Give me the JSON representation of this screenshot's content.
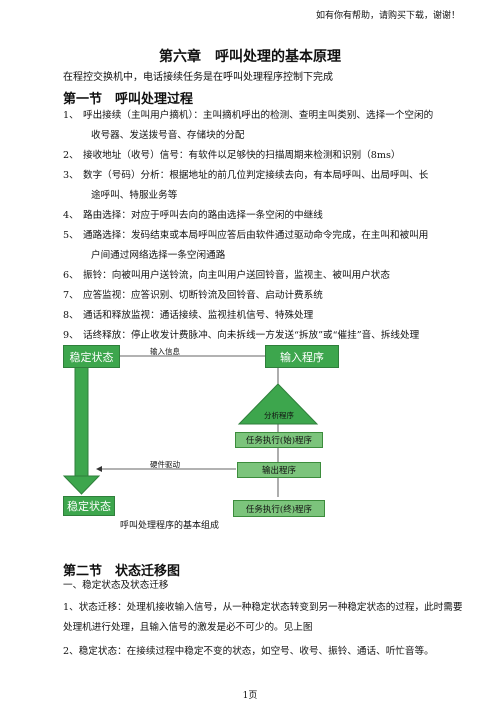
{
  "header_note": "如有你有帮助，请购买下载，谢谢！",
  "chapter_title": "第六章　呼叫处理的基本原理",
  "intro": "在程控交换机中，电话接续任务是在呼叫处理程序控制下完成",
  "section1": {
    "title": "第一节　呼叫处理过程",
    "items": [
      {
        "num": "1、",
        "text": "呼出接续（主叫用户摘机）：主叫摘机呼出的检测、查明主叫类别、选择一个空闲的",
        "cont": "收号器、发送拨号音、存储块的分配"
      },
      {
        "num": "2、",
        "text": "接收地址（收号）信号：有软件以足够快的扫描周期来检测和识别（8ms）",
        "cont": ""
      },
      {
        "num": "3、",
        "text": "数字（号码）分析：根据地址的前几位判定接续去向，有本局呼叫、出局呼叫、长",
        "cont": "途呼叫、特服业务等"
      },
      {
        "num": "4、",
        "text": "路由选择：对应于呼叫去向的路由选择一条空闲的中继线",
        "cont": ""
      },
      {
        "num": "5、",
        "text": "通路选择：发码结束或本局呼叫应答后由软件通过驱动命令完成，在主叫和被叫用",
        "cont": "户间通过网络选择一条空闲通路"
      },
      {
        "num": "6、",
        "text": "振铃：向被叫用户送铃流，向主叫用户送回铃音，监视主、被叫用户状态",
        "cont": ""
      },
      {
        "num": "7、",
        "text": "应答监视：应答识别、切断铃流及回铃音、启动计费系统",
        "cont": ""
      },
      {
        "num": "8、",
        "text": "通话和释放监视：通话接续、监视挂机信号、特殊处理",
        "cont": ""
      },
      {
        "num": "9、",
        "text": "话终释放：停止收发计费脉冲、向未拆线一方发送“拆放”或“催挂”音、拆线处理",
        "cont": ""
      }
    ]
  },
  "diagram": {
    "stable_top": "稳定状态",
    "stable_bottom": "稳定状态",
    "input_info": "输入信息",
    "input_program": "输入程序",
    "analysis_program": "分析程序",
    "task_start": "任务执行(始)程序",
    "hardware_drive": "硬件驱动",
    "output_program": "输出程序",
    "task_end": "任务执行(终)程序",
    "caption": "呼叫处理程序的基本组成",
    "colors": {
      "green": "#3da64d",
      "task_green": "#7cc47c",
      "triangle": "#3da64d"
    }
  },
  "section2": {
    "title": "第二节　状态迁移图",
    "subtitle": "一、稳定状态及状态迁移",
    "p1": "1、状态迁移：处理机接收输入信号，从一种稳定状态转变到另一种稳定状态的过程，此时需要处理机进行处理，且输入信号的激发是必不可少的。见上图",
    "p2": "2、稳定状态：在接续过程中稳定不变的状态，如空号、收号、振铃、通话、听忙音等。"
  },
  "footer": "1页"
}
